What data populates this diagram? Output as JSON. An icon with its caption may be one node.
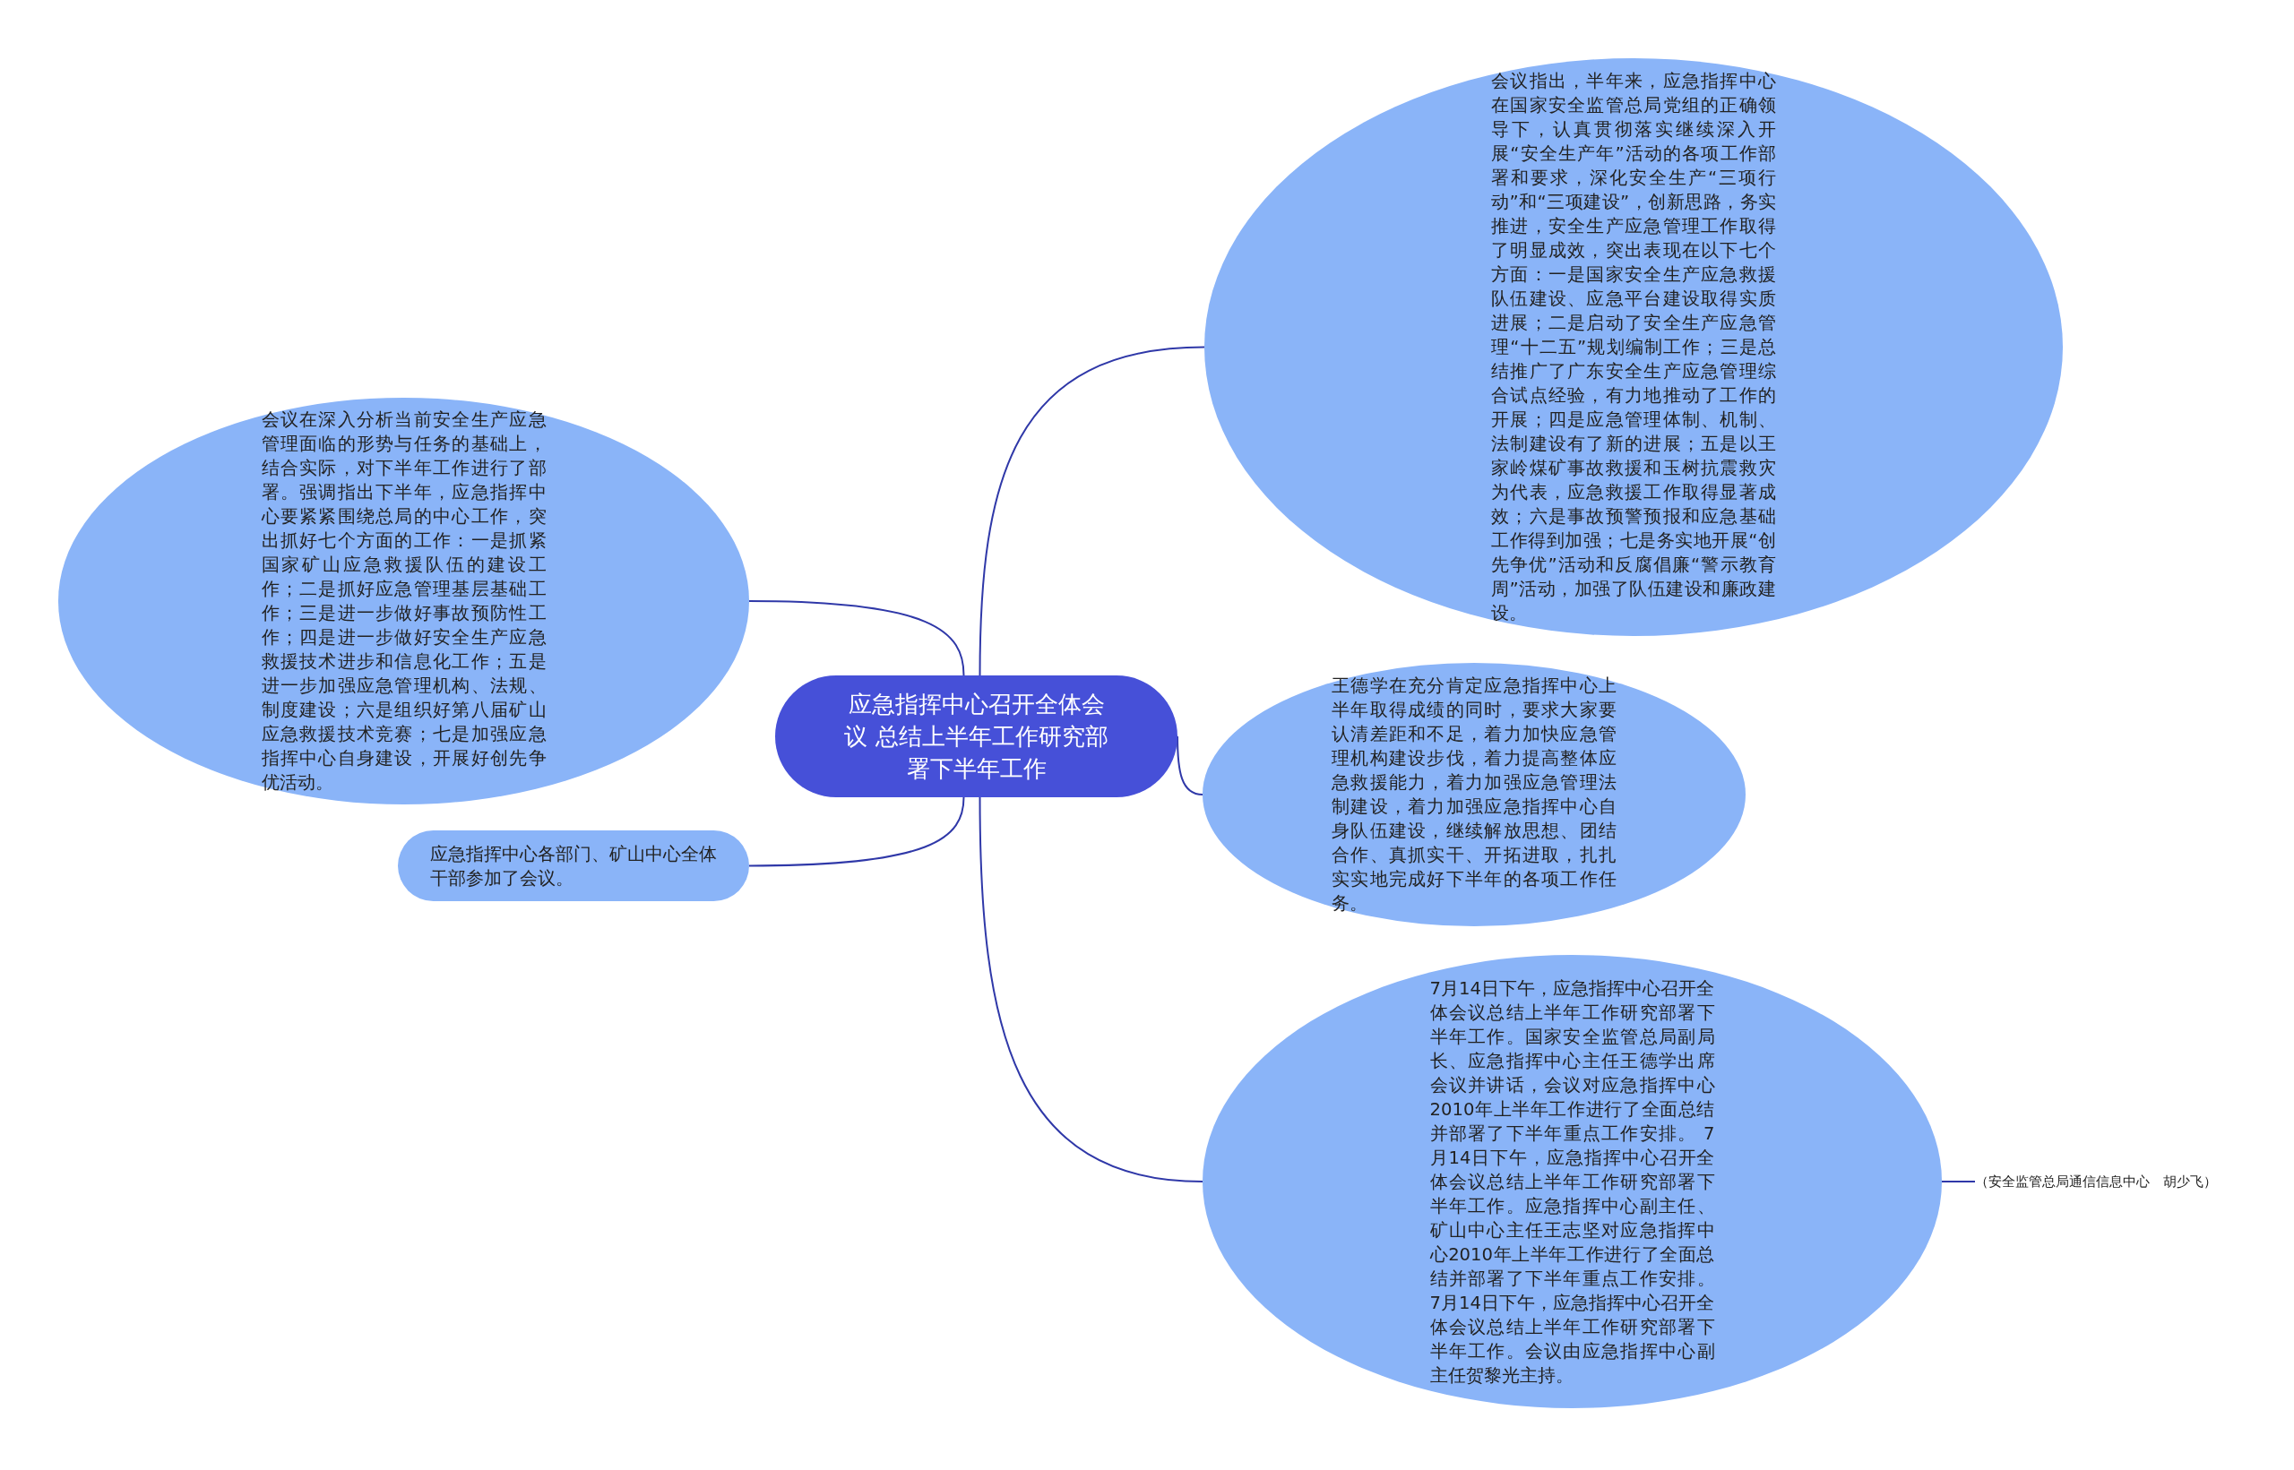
{
  "diagram": {
    "nodes": [
      {
        "text": [
          "应急指挥中心召开全体会议 总结上半年工作研究部署下半年工作"
        ]
      },
      {
        "text": [
          "会议指出，半年来，应急指挥中心在国家安全监管总局党组的正确领导下，认真贯彻落实继续深入开展“安全生产年”活动的各项工作部署和要求，深化安全生产“三项行动”和“三项建设”，创新思路，务实推进，安全生产应急管理工作取得了明显成效，突出表现在以下七个方面：一是国家安全生产应急救援队伍建设、应急平台建设取得实质进展；二是启动了安全生产应急管理“十二五”规划编制工作；三是总结推广了广东安全生产应急管理综合试点经验，有力地推动了工作的开展；四是应急管理体制、机制、法制建设有了新的进展；五是以王家岭煤矿事故救援和玉树抗震救灾为代表，应急救援工作取得显著成效；六是事故预警预报和应急基础工作得到加强；七是务实地开展“创先争优”活动和反腐倡廉“警示教育周”活动，加强了队伍建设和廉政建设。"
        ]
      },
      {
        "text": [
          "会议在深入分析当前安全生产应急管理面临的形势与任务的基础上，结合实际，对下半年工作进行了部署。强调指出下半年，应急指挥中心要紧紧围绕总局的中心工作，突出抓好七个方面的工作：一是抓紧国家矿山应急救援队伍的建设工作；二是抓好应急管理基层基础工作；三是进一步做好事故预防性工作；四是进一步做好安全生产应急救援技术进步和信息化工作；五是进一步加强应急管理机构、法规、制度建设；六是组织好第八届矿山应急救援技术竞赛；七是加强应急指挥中心自身建设，开展好创先争优活动。"
        ]
      },
      {
        "text": [
          "王德学在充分肯定应急指挥中心上半年取得成绩的同时，要求大家要认清差距和不足，着力加快应急管理机构建设步伐，着力提高整体应急救援能力，着力加强应急管理法制建设，着力加强应急指挥中心自身队伍建设，继续解放思想、团结合作、真抓实干、开拓进取，扎扎实实地完成好下半年的各项工作任务。"
        ]
      },
      {
        "text": [
          "应急指挥中心各部门、矿山中心全体干部参加了会议。"
        ]
      },
      {
        "text": [
          "7月14日下午，应急指挥中心召开全体会议总结上半年工作研究部署下半年工作。国家安全监管总局副局长、应急指挥中心主任王德学出席会议并讲话，会议对应急指挥中心2010年上半年工作进行了全面总结并部署了下半年重点工作安排。 7月14日下午，应急指挥中心召开全体会议总结上半年工作研究部署下半年工作。应急指挥中心副主任、矿山中心主任王志坚对应急指挥中心2010年上半年工作进行了全面总结并部署了下半年重点工作安排。 7月14日下午，应急指挥中心召开全体会议总结上半年工作研究部署下半年工作。会议由应急指挥中心副主任贺黎光主持。"
        ]
      },
      {
        "text": [
          "（安全监管总局通信信息中心　胡少飞）"
        ]
      }
    ],
    "edges": [
      {
        "from": 0,
        "to": 1,
        "arrow": "none"
      },
      {
        "from": 0,
        "to": 2,
        "arrow": "none"
      },
      {
        "from": 0,
        "to": 3,
        "arrow": "none"
      },
      {
        "from": 0,
        "to": 4,
        "arrow": "none"
      },
      {
        "from": 0,
        "to": 5,
        "arrow": "none"
      },
      {
        "from": 5,
        "to": 6,
        "arrow": "none"
      }
    ]
  }
}
